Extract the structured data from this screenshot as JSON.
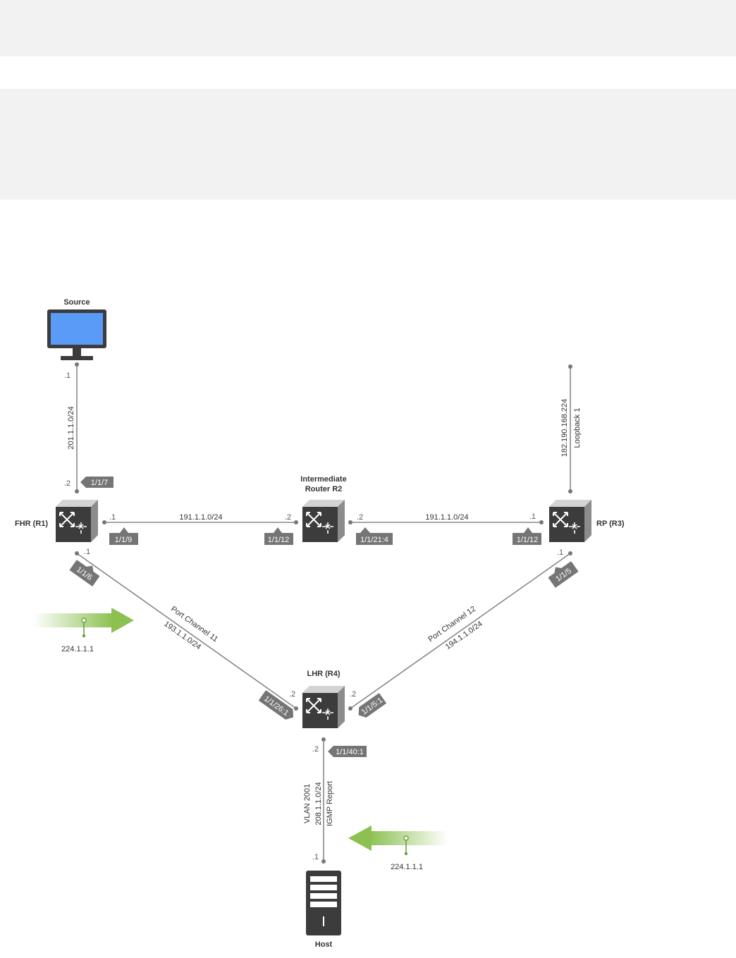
{
  "nodes": {
    "source": "Source",
    "fhr": "FHR (R1)",
    "r2_line1": "Intermediate",
    "r2_line2": "Router R2",
    "rp": "RP (R3)",
    "lhr": "LHR (R4)",
    "host": "Host"
  },
  "links": {
    "src_fhr_subnet": "201.1.1.0/24",
    "src_end": ".1",
    "fhr_up": ".2",
    "loopback_ip": "182.190.168.224",
    "loopback_name": "Loopback 1",
    "fhr_r2_subnet": "191.1.1.0/24",
    "fhr_r2_a": ".1",
    "fhr_r2_b": ".2",
    "r2_rp_subnet": "191.1.1.0/24",
    "r2_rp_a": ".2",
    "r2_rp_b": ".1",
    "fhr_down": ".1",
    "rp_down": ".1",
    "pc11_name": "Port Channel 11",
    "pc11_subnet": "193.1.1.0/24",
    "pc12_name": "Port Channel 12",
    "pc12_subnet": "194.1.1.0/24",
    "lhr_left": ".2",
    "lhr_right": ".2",
    "lhr_down": ".2",
    "host_up": ".1",
    "vlan_name": "VLAN 2001",
    "vlan_subnet": "208.1.1.0/24",
    "igmp": "IGMP Report"
  },
  "ports": {
    "p_1_1_7": "1/1/7",
    "p_1_1_9": "1/1/9",
    "p_1_1_12_r2": "1/1/12",
    "p_1_1_21_4": "1/1/21:4",
    "p_1_1_12_rp": "1/1/12",
    "p_1_1_6": "1/1/6",
    "p_1_1_5": "1/1/5",
    "p_1_1_26_1": "1/1/26:1",
    "p_1_1_5_1": "1/1/5:1",
    "p_1_1_40_1": "1/1/40:1"
  },
  "flows": {
    "group_left": "224.1.1.1",
    "group_right": "224.1.1.1"
  },
  "colors": {
    "band": "#f2f2f2",
    "line": "#888888",
    "tag": "#757575",
    "arrow": "#8cc152",
    "monitor": "#5b9bf8"
  }
}
